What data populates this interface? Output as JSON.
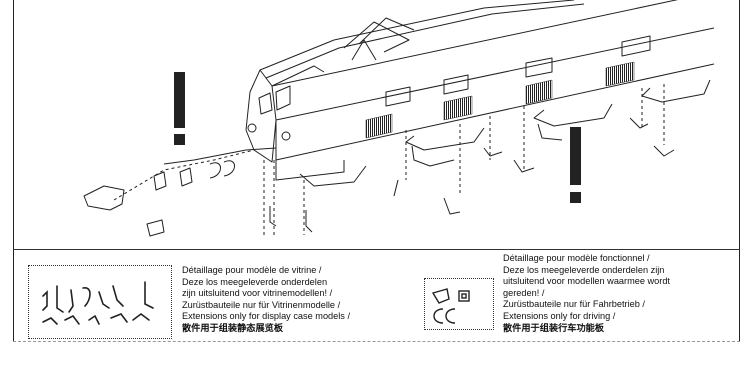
{
  "left_note": {
    "lines": [
      "Détaillage pour modèle de vitrine  /",
      "Deze los meegeleverde onderdelen",
      "zijn uitsluitend voor vitrinemodellen! /",
      "Zurüstbauteile nur für Vitrinenmodelle /",
      "Extensions only for display case models /"
    ],
    "chinese": "散件用于组装静态展览板"
  },
  "right_note": {
    "lines": [
      "Détaillage pour modèle fonctionnel  /",
      "Deze los meegeleverde onderdelen zijn",
      "uitsluitend voor modellen waarmee wordt",
      "gereden! /",
      "Zurüstbauteile nur für Fahrbetrieb /",
      "Extensions only for driving /"
    ],
    "chinese": "散件用于组装行车功能板"
  },
  "colors": {
    "ink": "#111111",
    "hatch": "#333333"
  },
  "icons": [
    "exclamation-mark-icon",
    "exclamation-mark-icon"
  ]
}
